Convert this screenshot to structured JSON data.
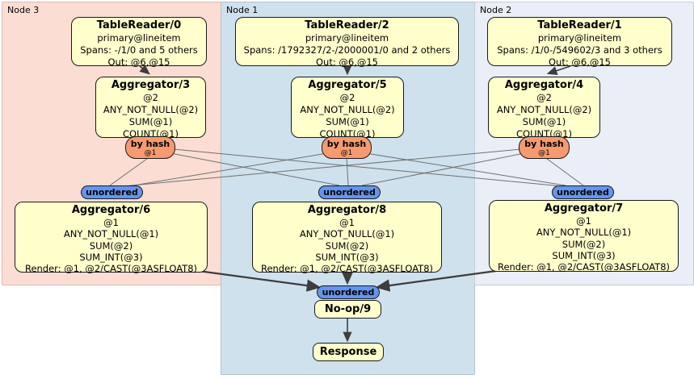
{
  "regions": [
    {
      "label": "Node 3"
    },
    {
      "label": "Node 1"
    },
    {
      "label": "Node 2"
    }
  ],
  "processors": {
    "tr0": {
      "title": "TableReader/0",
      "lines": [
        "primary@lineitem",
        "Spans: -/1/0 and 5 others",
        "Out: @6,@15"
      ]
    },
    "tr2": {
      "title": "TableReader/2",
      "lines": [
        "primary@lineitem",
        "Spans: /1792327/2-/2000001/0 and 2 others",
        "Out: @6,@15"
      ]
    },
    "tr1": {
      "title": "TableReader/1",
      "lines": [
        "primary@lineitem",
        "Spans: /1/0-/549602/3 and 3 others",
        "Out: @6,@15"
      ]
    },
    "ag3": {
      "title": "Aggregator/3",
      "lines": [
        "@2",
        "ANY_NOT_NULL(@2)",
        "SUM(@1)",
        "COUNT(@1)"
      ]
    },
    "ag5": {
      "title": "Aggregator/5",
      "lines": [
        "@2",
        "ANY_NOT_NULL(@2)",
        "SUM(@1)",
        "COUNT(@1)"
      ]
    },
    "ag4": {
      "title": "Aggregator/4",
      "lines": [
        "@2",
        "ANY_NOT_NULL(@2)",
        "SUM(@1)",
        "COUNT(@1)"
      ]
    },
    "ag6": {
      "title": "Aggregator/6",
      "lines": [
        "@1",
        "ANY_NOT_NULL(@1)",
        "SUM(@2)",
        "SUM_INT(@3)",
        "Render: @1, @2/CAST(@3ASFLOAT8)"
      ]
    },
    "ag8": {
      "title": "Aggregator/8",
      "lines": [
        "@1",
        "ANY_NOT_NULL(@1)",
        "SUM(@2)",
        "SUM_INT(@3)",
        "Render: @1, @2/CAST(@3ASFLOAT8)"
      ]
    },
    "ag7": {
      "title": "Aggregator/7",
      "lines": [
        "@1",
        "ANY_NOT_NULL(@1)",
        "SUM(@2)",
        "SUM_INT(@3)",
        "Render: @1, @2/CAST(@3ASFLOAT8)"
      ]
    },
    "noop": {
      "title": "No-op/9"
    },
    "response": {
      "title": "Response"
    }
  },
  "router": {
    "label": "by hash",
    "detail": "@1"
  },
  "sync": {
    "label": "unordered"
  },
  "colors": {
    "node3_bg": "#fbddd3",
    "node1_bg": "#cfe1ed",
    "node2_bg": "#e9eef7",
    "processor_bg": "#ffffcc",
    "hash_router_bg": "#f79a70",
    "sync_bg": "#6495ed",
    "edge": "#3d3d3d"
  }
}
